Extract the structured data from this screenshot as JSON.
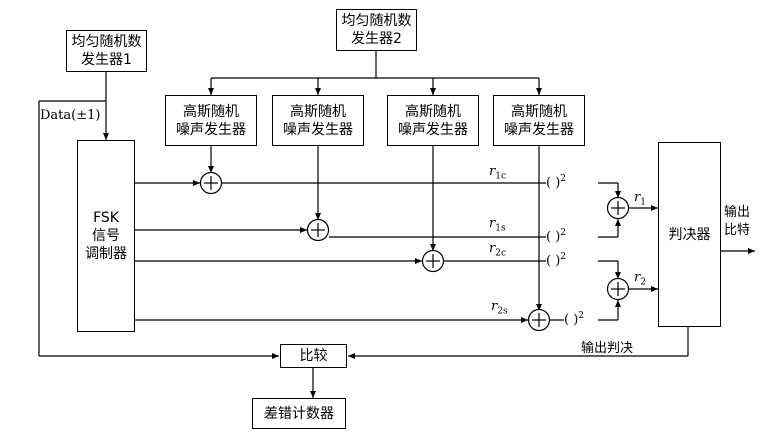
{
  "blocks": {
    "uniform_rng_1": [
      "均匀随机数",
      "发生器1"
    ],
    "uniform_rng_2": [
      "均匀随机数",
      "发生器2"
    ],
    "gauss_1": [
      "高斯随机",
      "噪声发生器"
    ],
    "gauss_2": [
      "高斯随机",
      "噪声发生器"
    ],
    "gauss_3": [
      "高斯随机",
      "噪声发生器"
    ],
    "gauss_4": [
      "高斯随机",
      "噪声发生器"
    ],
    "fsk_modulator": [
      "FSK",
      "信号",
      "调制器"
    ],
    "decider": "判决器",
    "compare": "比较",
    "error_counter": "差错计数器"
  },
  "labels": {
    "data": "Data(±1)",
    "r1c": {
      "base": "r",
      "sub": "1c"
    },
    "r1s": {
      "base": "r",
      "sub": "1s"
    },
    "r2c": {
      "base": "r",
      "sub": "2c"
    },
    "r2s": {
      "base": "r",
      "sub": "2s"
    },
    "r1": {
      "base": "r",
      "sub": "1"
    },
    "r2": {
      "base": "r",
      "sub": "2"
    },
    "square": {
      "base": "(    )",
      "sup": "2"
    },
    "output_bits": [
      "输出",
      "比特"
    ],
    "output_decision": "输出判决"
  }
}
